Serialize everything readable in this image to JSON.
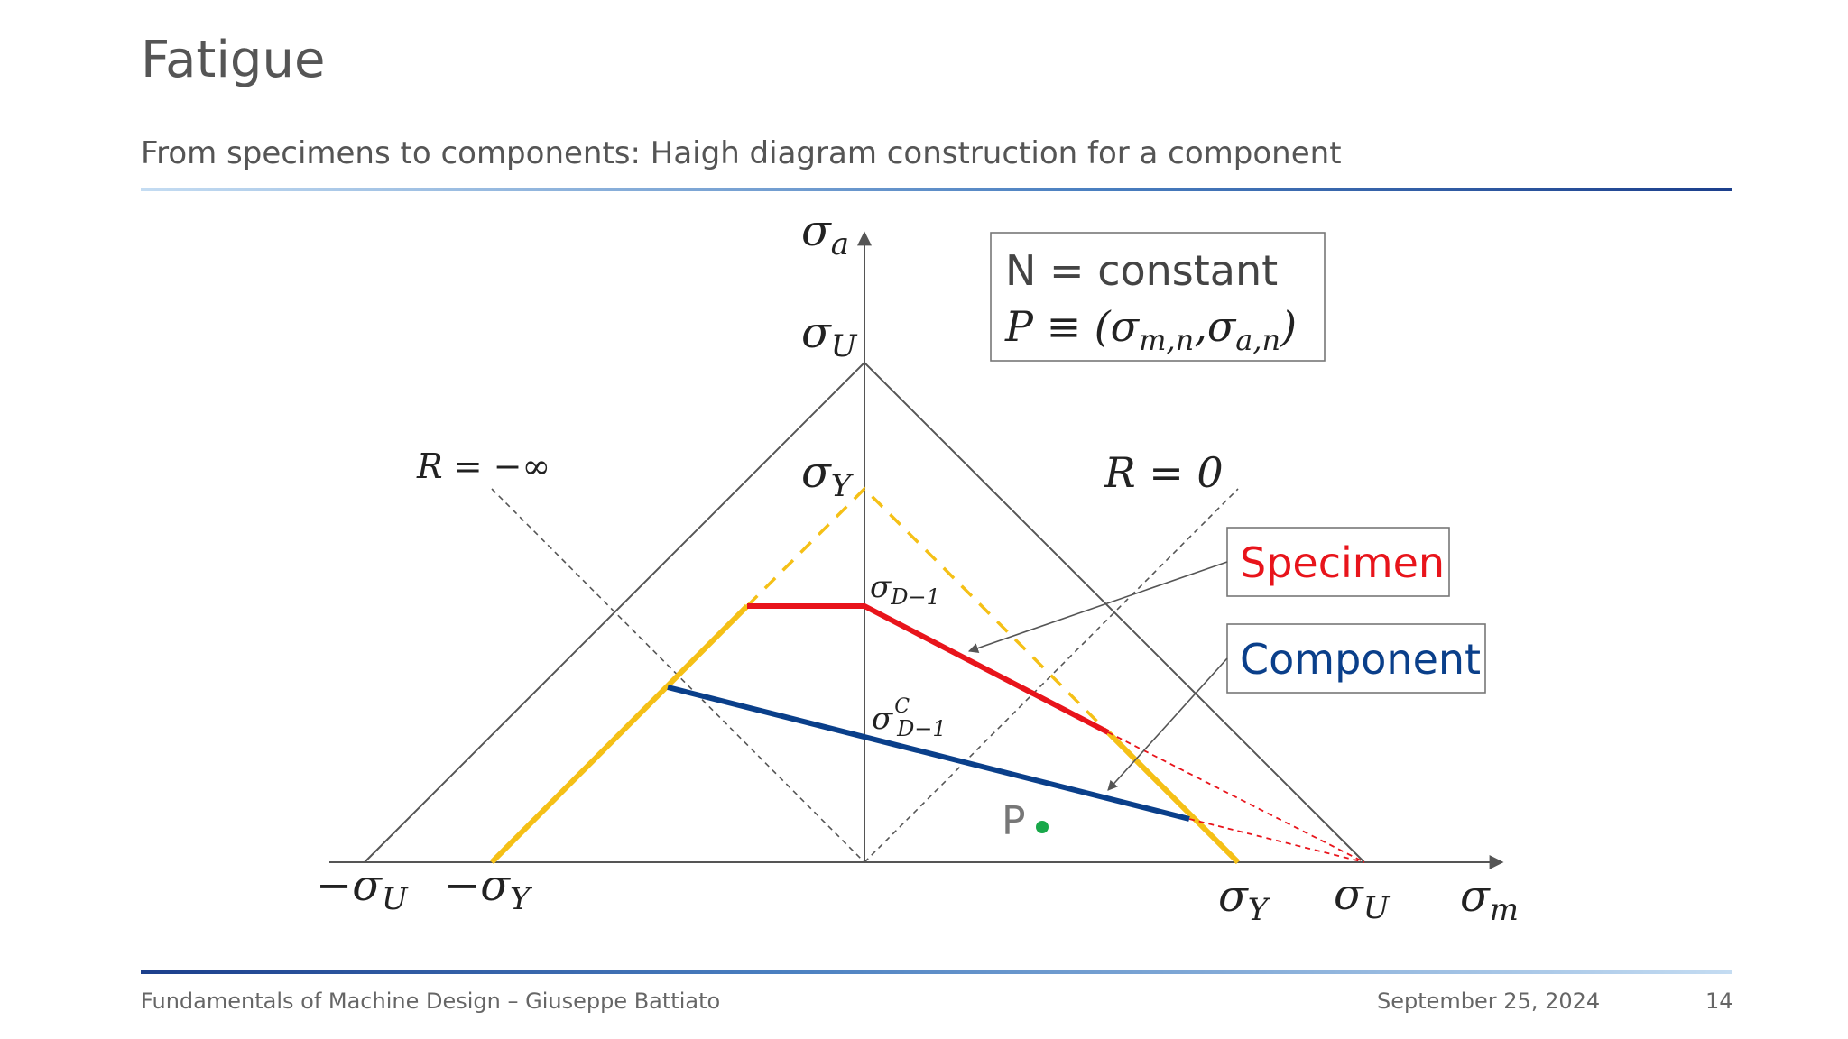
{
  "slide": {
    "title": "Fatigue",
    "subtitle": "From specimens to components: Haigh diagram construction for a component"
  },
  "diagram": {
    "axis_y_label": "σₐ",
    "axis_x_label": "σₘ",
    "y_ticks": {
      "sigma_U": "σ_U",
      "sigma_Y": "σ_Y",
      "sigma_D1": "σ_D−1",
      "sigma_D1C_sup": "C",
      "sigma_D1C_base": "σ",
      "sigma_D1C_sub": "D−1"
    },
    "x_ticks": {
      "neg_sigma_U": "−σ_U",
      "neg_sigma_Y": "−σ_Y",
      "sigma_Y": "σ_Y",
      "sigma_U": "σ_U"
    },
    "r_minus_inf": "R = −∞",
    "r_zero": "R = 0",
    "info_box": {
      "line1": "N = constant",
      "line2": "P ≡ (σm,n,σa,n)"
    },
    "legend_specimen": "Specimen",
    "legend_component": "Component",
    "point_label": "P",
    "colors": {
      "specimen": "#e8141b",
      "component": "#0a3f8a",
      "yield": "#f5c016",
      "point": "#19a84a",
      "axes": "#555555"
    }
  },
  "footer": {
    "left": "Fundamentals of Machine Design – Giuseppe Battiato",
    "date": "September 25, 2024",
    "page": "14"
  }
}
